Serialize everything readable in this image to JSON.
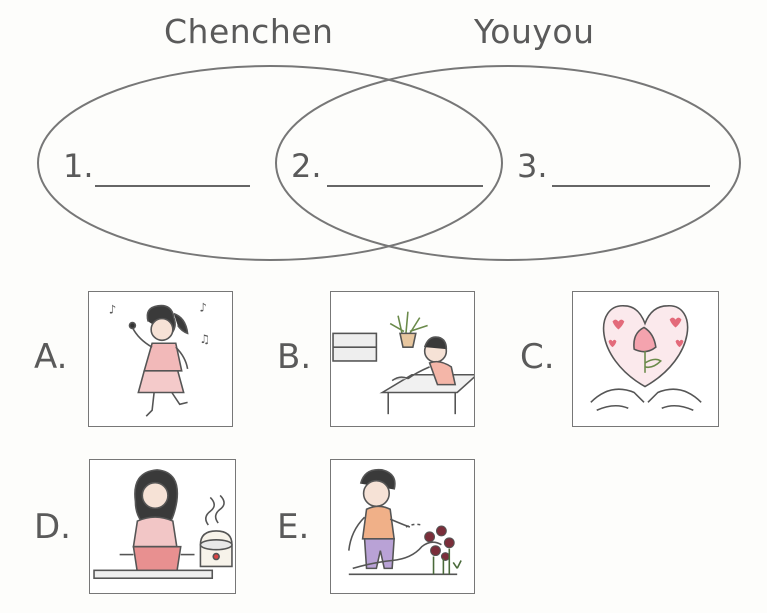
{
  "venn": {
    "left_label": "Chenchen",
    "right_label": "Youyou",
    "blanks": [
      {
        "number": "1."
      },
      {
        "number": "2."
      },
      {
        "number": "3."
      }
    ]
  },
  "options": [
    {
      "letter": "A.",
      "icon": "girl-singing-icon"
    },
    {
      "letter": "B.",
      "icon": "girl-cleaning-table-icon"
    },
    {
      "letter": "C.",
      "icon": "heart-card-flower-icon"
    },
    {
      "letter": "D.",
      "icon": "girl-cooking-icon"
    },
    {
      "letter": "E.",
      "icon": "boy-watering-flowers-icon"
    }
  ]
}
